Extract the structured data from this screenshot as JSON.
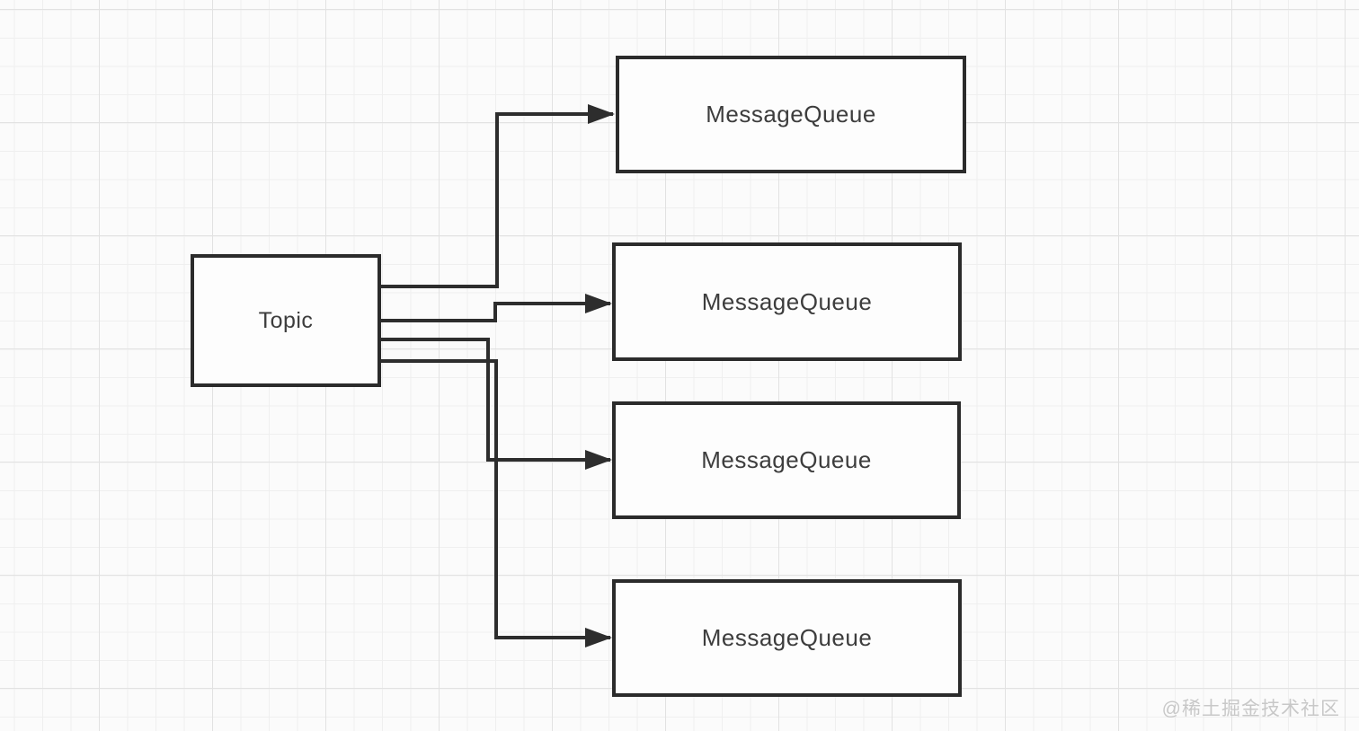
{
  "diagram": {
    "topic": {
      "label": "Topic"
    },
    "queues": [
      {
        "label": "MessageQueue"
      },
      {
        "label": "MessageQueue"
      },
      {
        "label": "MessageQueue"
      },
      {
        "label": "MessageQueue"
      }
    ]
  },
  "watermark": {
    "text": "@稀土掘金技术社区"
  },
  "colors": {
    "stroke": "#2d2d2d",
    "node_border": "#2b2b2b",
    "node_fill": "#fdfdfd",
    "label_text": "#3d3d3d",
    "watermark_text": "#c8c8c8",
    "grid_minor": "#efefef",
    "grid_major": "#e2e2e2",
    "background": "#fbfbfb"
  }
}
